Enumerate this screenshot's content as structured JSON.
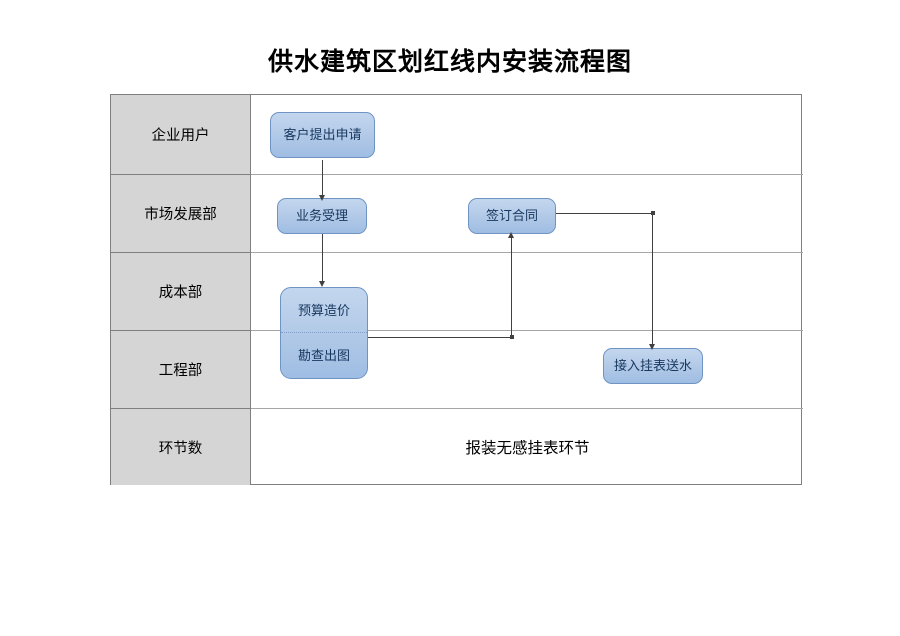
{
  "document": {
    "title": "供水建筑区划红线内安装流程图"
  },
  "table": {
    "rows": [
      {
        "label": "企业用户"
      },
      {
        "label": "市场发展部"
      },
      {
        "label": "成本部"
      },
      {
        "label": "工程部"
      },
      {
        "label": "环节数"
      }
    ],
    "summary": "报装无感挂表环节"
  },
  "flow": {
    "nodes": [
      {
        "id": "apply",
        "label": "客户提出申请",
        "lane": "企业用户"
      },
      {
        "id": "accept",
        "label": "业务受理",
        "lane": "市场发展部"
      },
      {
        "id": "contract",
        "label": "签订合同",
        "lane": "市场发展部"
      },
      {
        "id": "budget",
        "label": "预算造价",
        "lane": "成本部"
      },
      {
        "id": "survey",
        "label": "勘查出图",
        "lane": "工程部"
      },
      {
        "id": "meter",
        "label": "接入挂表送水",
        "lane": "工程部"
      }
    ],
    "edges": [
      {
        "from": "apply",
        "to": "accept"
      },
      {
        "from": "accept",
        "to": "budget"
      },
      {
        "from": "survey",
        "to": "contract"
      },
      {
        "from": "contract",
        "to": "meter"
      }
    ]
  },
  "colors": {
    "node_fill": "#b4cbe8",
    "node_border": "#6f94c4",
    "node_text": "#17375e",
    "lane_fill": "#d5d5d5",
    "table_border": "#7f7f7f",
    "connector": "#404040",
    "page_background": "#ffffff"
  }
}
